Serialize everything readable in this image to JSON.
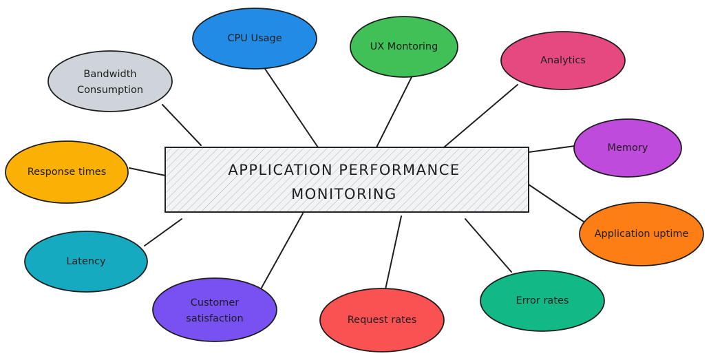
{
  "center": {
    "lines": [
      "APPLICATION PERFORMANCE",
      "MONITORING"
    ]
  },
  "nodes": [
    {
      "id": "cpu-usage",
      "lines": [
        "CPU Usage"
      ],
      "color": "#228be6"
    },
    {
      "id": "ux-monitoring",
      "lines": [
        "UX Montoring"
      ],
      "color": "#40c057"
    },
    {
      "id": "analytics",
      "lines": [
        "Analytics"
      ],
      "color": "#e64980"
    },
    {
      "id": "bandwidth-consumption",
      "lines": [
        "Bandwidth",
        "Consumption"
      ],
      "color": "#ced4da"
    },
    {
      "id": "memory",
      "lines": [
        "Memory"
      ],
      "color": "#be4bdb"
    },
    {
      "id": "response-times",
      "lines": [
        "Response times"
      ],
      "color": "#fab005"
    },
    {
      "id": "application-uptime",
      "lines": [
        "Application uptime"
      ],
      "color": "#fd7e14"
    },
    {
      "id": "latency",
      "lines": [
        "Latency"
      ],
      "color": "#15aabf"
    },
    {
      "id": "customer-satisfaction",
      "lines": [
        "Customer",
        "satisfaction"
      ],
      "color": "#7950f2"
    },
    {
      "id": "request-rates",
      "lines": [
        "Request rates"
      ],
      "color": "#fa5252"
    },
    {
      "id": "error-rates",
      "lines": [
        "Error rates"
      ],
      "color": "#12b886"
    }
  ],
  "colors": {
    "center_fill": "#f1f3f5",
    "center_hatch": "#adb5bd",
    "stroke": "#1e1e1e"
  }
}
